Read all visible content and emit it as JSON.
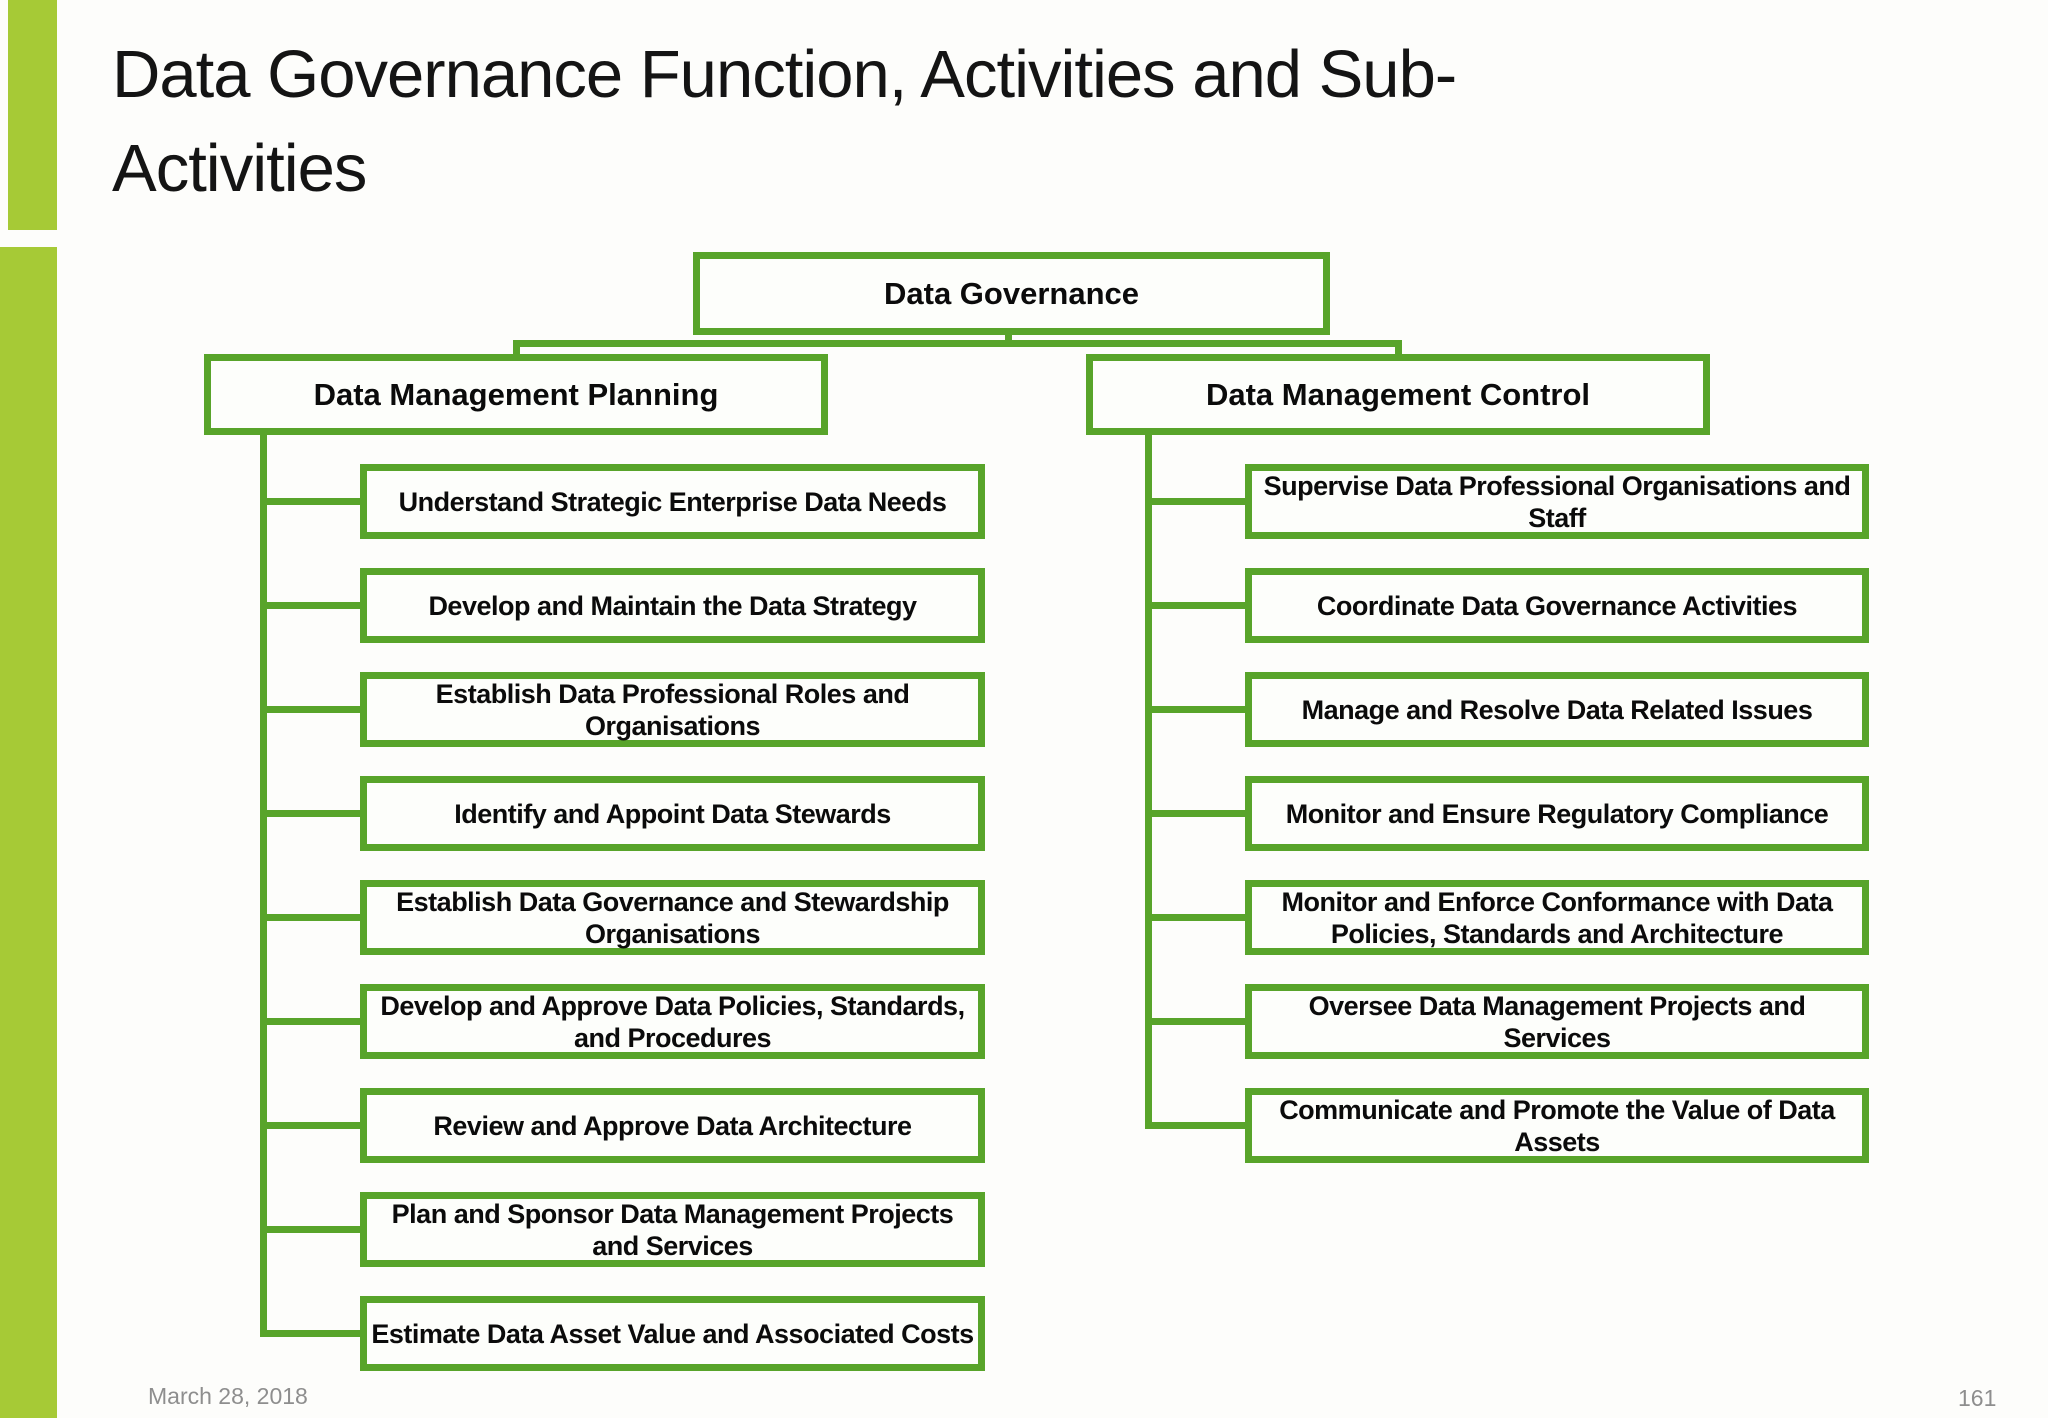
{
  "slide": {
    "title": "Data Governance Function, Activities and Sub-\nActivities",
    "footer": {
      "date": "March 28, 2018",
      "page_number": "161"
    }
  },
  "diagram": {
    "root": {
      "label": "Data Governance"
    },
    "branches": [
      {
        "label": "Data Management Planning",
        "children": [
          "Understand Strategic Enterprise Data Needs",
          "Develop and Maintain the Data Strategy",
          "Establish Data Professional Roles and\nOrganisations",
          "Identify and Appoint Data Stewards",
          "Establish Data Governance and Stewardship\nOrganisations",
          "Develop and Approve Data Policies, Standards,\nand Procedures",
          "Review and Approve Data Architecture",
          "Plan and Sponsor Data Management Projects\nand Services",
          "Estimate Data Asset Value and Associated Costs"
        ]
      },
      {
        "label": "Data Management Control",
        "children": [
          "Supervise Data Professional Organisations and\nStaff",
          "Coordinate Data Governance Activities",
          "Manage and Resolve Data Related Issues",
          "Monitor and Ensure Regulatory Compliance",
          "Monitor and Enforce Conformance with Data\nPolicies, Standards and Architecture",
          "Oversee Data Management Projects and\nServices",
          "Communicate and Promote the Value of Data\nAssets"
        ]
      }
    ]
  },
  "colors": {
    "diagram_green": "#58a42a",
    "accent_bar_green": "#a6ca36",
    "box_fill": "#fdfefb",
    "text": "#0b0b0b",
    "footer_text": "#8e8e8e"
  }
}
